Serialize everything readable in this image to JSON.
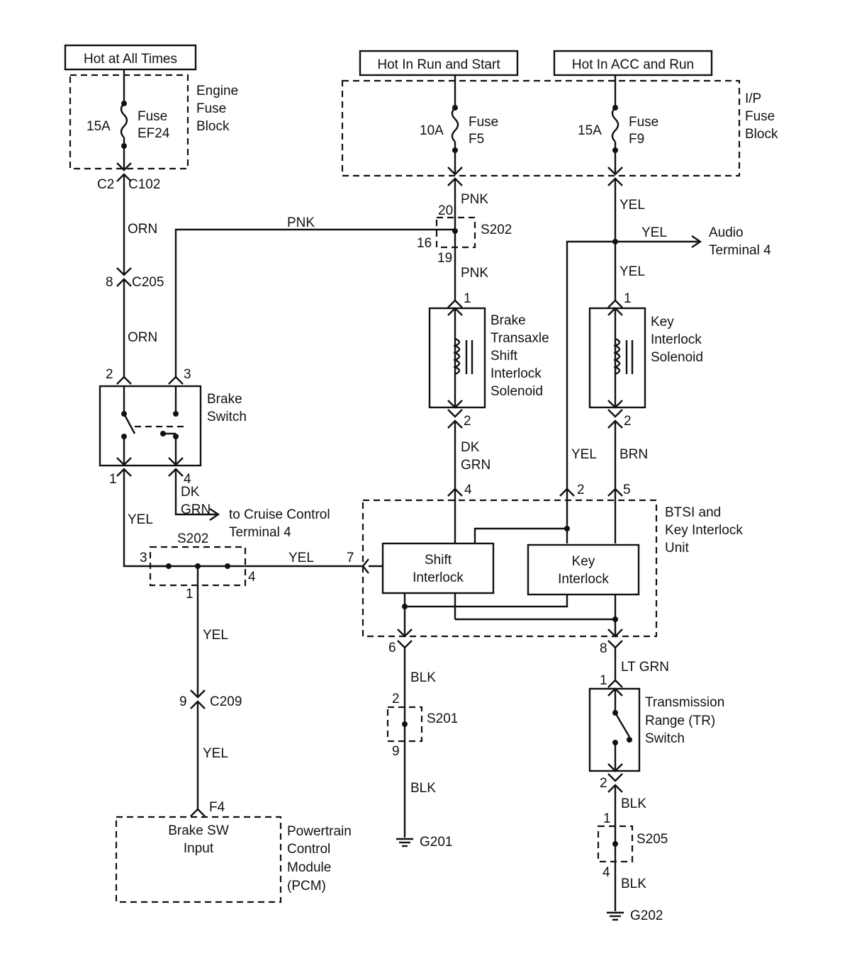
{
  "sources": {
    "hot_all_times": "Hot at All Times",
    "hot_run_start": "Hot In Run and Start",
    "hot_acc_run": "Hot In ACC and Run"
  },
  "fuse_blocks": {
    "engine": [
      "Engine",
      "Fuse",
      "Block"
    ],
    "ip": [
      "I/P",
      "Fuse",
      "Block"
    ]
  },
  "fuses": {
    "ef24": {
      "rating": "15A",
      "name": [
        "Fuse",
        "EF24"
      ]
    },
    "f5": {
      "rating": "10A",
      "name": [
        "Fuse",
        "F5"
      ]
    },
    "f9": {
      "rating": "15A",
      "name": [
        "Fuse",
        "F9"
      ]
    }
  },
  "connectors": {
    "c102_pin": "C2",
    "c102": "C102",
    "c205_pin": "8",
    "c205": "C205",
    "c209_pin": "9",
    "c209": "C209",
    "pcm_pin": "F4"
  },
  "splices": {
    "s202_top": {
      "name": "S202",
      "pins": [
        "20",
        "16",
        "19"
      ]
    },
    "s202_bottom": {
      "name": "S202",
      "pins": [
        "3",
        "4",
        "1"
      ]
    },
    "s201": {
      "name": "S201",
      "pins": [
        "2",
        "9"
      ]
    },
    "s205": {
      "name": "S205",
      "pins": [
        "1",
        "4"
      ]
    }
  },
  "wire_colors": {
    "orn": "ORN",
    "pnk": "PNK",
    "yel": "YEL",
    "dk": "DK",
    "grn": "GRN",
    "brn": "BRN",
    "blk": "BLK",
    "lt_grn": "LT GRN"
  },
  "components": {
    "brake_switch": {
      "name": [
        "Brake",
        "Switch"
      ],
      "pins": [
        "2",
        "3",
        "1",
        "4"
      ]
    },
    "btsi_solenoid": {
      "name": [
        "Brake",
        "Transaxle",
        "Shift",
        "Interlock",
        "Solenoid"
      ],
      "pins": [
        "1",
        "2"
      ]
    },
    "key_solenoid": {
      "name": [
        "Key",
        "Interlock",
        "Solenoid"
      ],
      "pins": [
        "1",
        "2"
      ]
    },
    "btsi_unit": {
      "name": [
        "BTSI and",
        "Key Interlock",
        "Unit"
      ],
      "pins": [
        "4",
        "2",
        "5",
        "7",
        "6",
        "8"
      ]
    },
    "shift_interlock": [
      "Shift",
      "Interlock"
    ],
    "key_interlock": [
      "Key",
      "Interlock"
    ],
    "tr_switch": {
      "name": [
        "Transmission",
        "Range (TR)",
        "Switch"
      ],
      "pins": [
        "1",
        "2"
      ]
    },
    "pcm": {
      "name": [
        "Powertrain",
        "Control",
        "Module",
        "(PCM)"
      ],
      "input": [
        "Brake SW",
        "Input"
      ]
    }
  },
  "destinations": {
    "audio": [
      "Audio",
      "Terminal 4"
    ],
    "cruise": [
      "to Cruise Control",
      "Terminal 4"
    ]
  },
  "grounds": {
    "g201": "G201",
    "g202": "G202"
  }
}
